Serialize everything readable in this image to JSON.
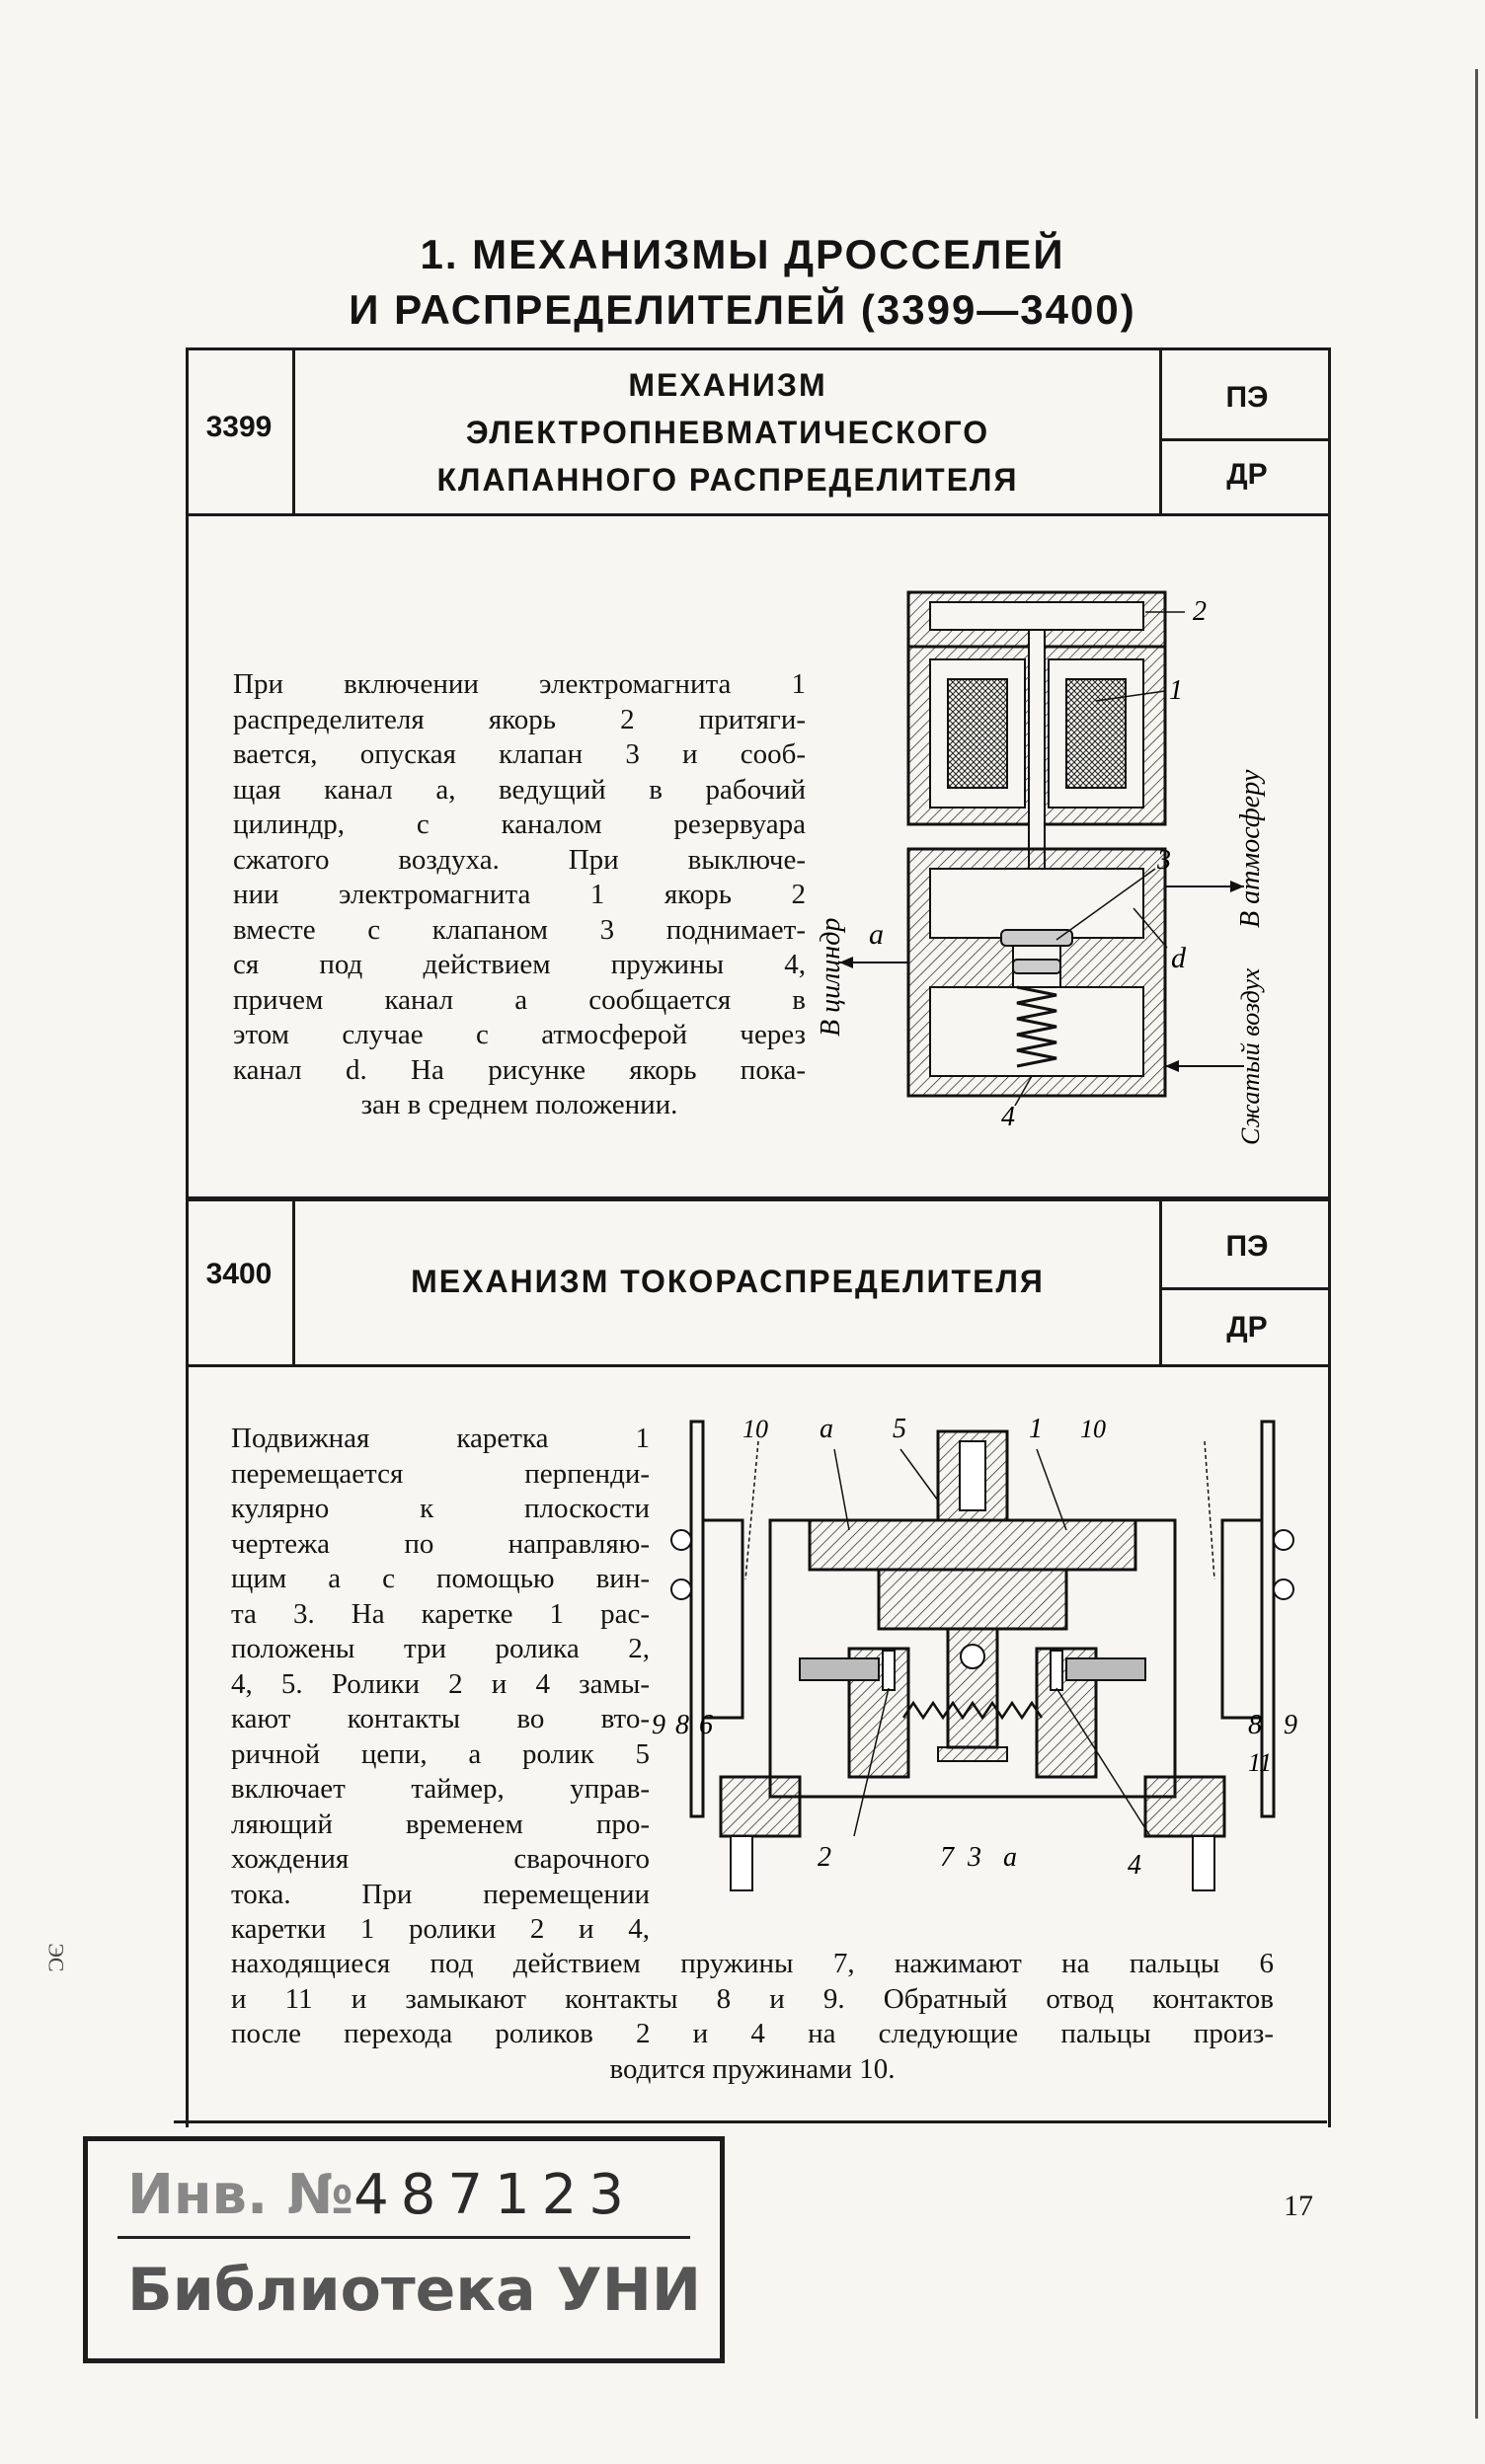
{
  "section": {
    "title_line1": "1. МЕХАНИЗМЫ ДРОССЕЛЕЙ",
    "title_line2": "И РАСПРЕДЕЛИТЕЛЕЙ (3399—3400)"
  },
  "entries": [
    {
      "number": "3399",
      "heading": [
        "МЕХАНИЗМ",
        "ЭЛЕКТРОПНЕВМАТИЧЕСКОГО",
        "КЛАПАННОГО РАСПРЕДЕЛИТЕЛЯ"
      ],
      "code_top": "ПЭ",
      "code_bottom": "ДР",
      "text_lines": [
        "При включении электромагнита 1",
        "распределителя якорь 2 притяги-",
        "вается, опуская клапан 3 и сооб-",
        "щая канал a, ведущий в рабочий",
        "цилиндр, с каналом резервуара",
        "сжатого воздуха. При выключе-",
        "нии электромагнита 1 якорь 2",
        "вместе с клапаном 3 поднимает-",
        "ся под действием пружины 4,",
        "причем канал a сообщается в",
        "этом случае с атмосферой через",
        "канал d. На рисунке якорь пока-",
        "зан в среднем положении."
      ],
      "figure_labels": {
        "l1": "1",
        "l2": "2",
        "l3": "3",
        "l4": "4",
        "la": "a",
        "ld": "d",
        "to_cylinder": "В цилиндр",
        "to_atmosphere": "В атмосферу",
        "compressed_air": "Сжатый воздух"
      }
    },
    {
      "number": "3400",
      "heading": [
        "МЕХАНИЗМ ТОКОРАСПРЕДЕЛИТЕЛЯ"
      ],
      "code_top": "ПЭ",
      "code_bottom": "ДР",
      "text_lines_narrow": [
        "Подвижная каретка 1",
        "перемещается перпенди-",
        "кулярно к плоскости",
        "чертежа по направляю-",
        "щим a с помощью вин-",
        "та 3. На каретке 1 рас-",
        "положены три ролика 2,",
        "4, 5. Ролики 2 и 4 замы-",
        "кают контакты во вто-",
        "ричной цепи, а ролик 5",
        "включает таймер, управ-",
        "ляющий временем про-",
        "хождения сварочного",
        "тока. При перемещении",
        "каретки 1 ролики 2 и 4,"
      ],
      "text_lines_wide": [
        "находящиеся под действием пружины 7, нажимают на пальцы 6",
        "и 11 и замыкают контакты 8 и 9. Обратный отвод контактов",
        "после перехода роликов 2 и 4 на следующие пальцы произ-",
        "водится пружинами 10."
      ],
      "figure_labels": {
        "l10a": "10",
        "la": "a",
        "l5": "5",
        "l1": "1",
        "l10b": "10",
        "l9a": "9",
        "l8a": "8",
        "l6": "6",
        "l8b": "8",
        "l9b": "9",
        "l11": "11",
        "l2": "2",
        "l7": "7",
        "l3": "3",
        "la2": "a",
        "l4": "4"
      }
    }
  ],
  "stamp": {
    "line1_prefix": "Инв. №",
    "line1_number": "487123",
    "line2": "Библиотека УНИ"
  },
  "page_number": "17",
  "margin_mark": "ЭС"
}
